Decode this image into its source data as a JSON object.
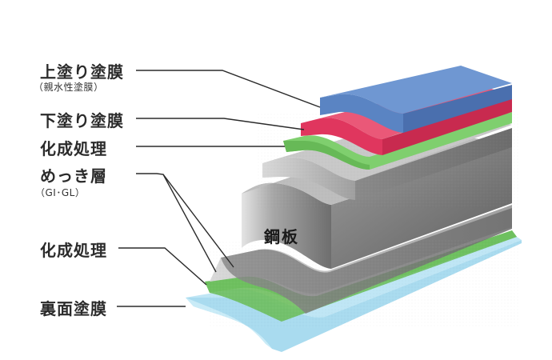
{
  "labels": {
    "top_coat": "上塗り塗膜",
    "top_coat_note": "（親水性塗膜）",
    "primer": "下塗り塗膜",
    "conversion_upper": "化成処理",
    "plating": "めっき層",
    "plating_note": "（GI･GL）",
    "conversion_lower": "化成処理",
    "back_coat": "裏面塗膜",
    "steel": "鋼板"
  },
  "colors": {
    "top_coat": "#5a84c3",
    "primer": "#e0365e",
    "conversion": "#7fcf6e",
    "plating": "#b7b7b7",
    "steel": "#8c8c8c",
    "back_coat": "#a9dbef"
  }
}
